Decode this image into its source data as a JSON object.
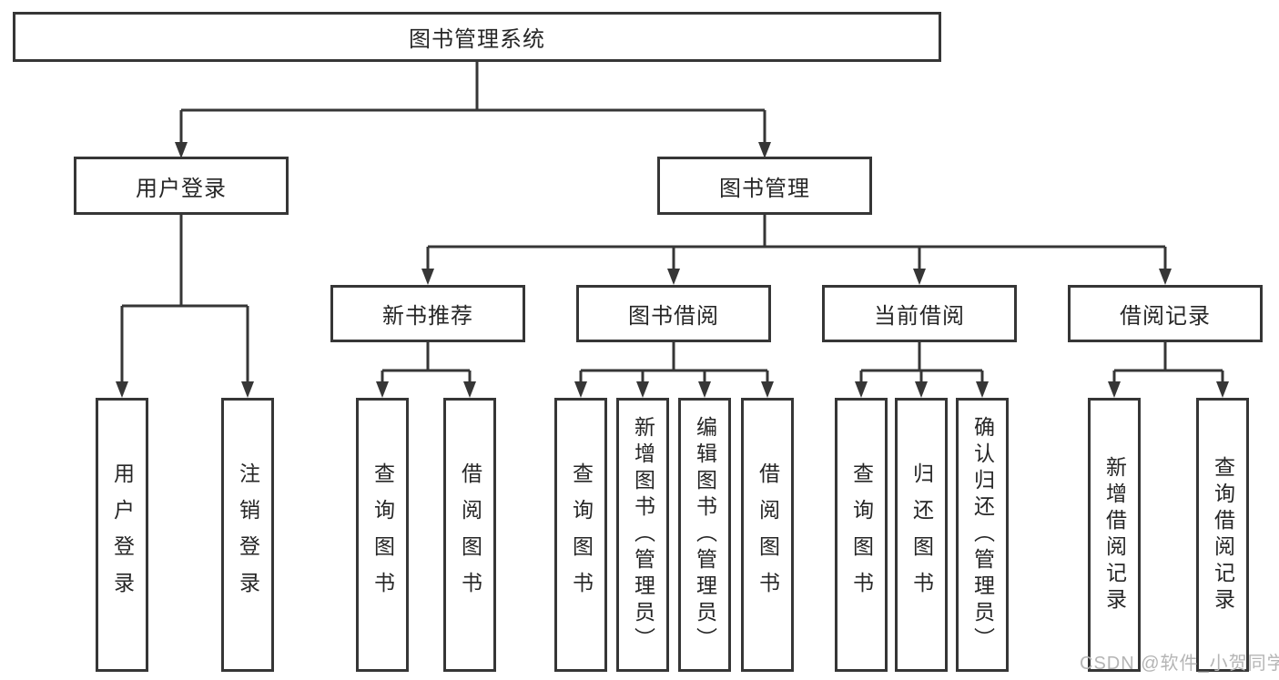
{
  "diagram": {
    "root": {
      "label": "图书管理系统"
    },
    "level2": [
      {
        "label": "用户登录"
      },
      {
        "label": "图书管理"
      }
    ],
    "level3": [
      {
        "label": "新书推荐"
      },
      {
        "label": "图书借阅"
      },
      {
        "label": "当前借阅"
      },
      {
        "label": "借阅记录"
      }
    ],
    "leaves": {
      "user_login": [
        "用户登录",
        "注销登录"
      ],
      "new_books": [
        "查询图书",
        "借阅图书"
      ],
      "book_borrow": [
        "查询图书",
        "新增图书（管理员）",
        "编辑图书（管理员）",
        "借阅图书"
      ],
      "current_borrow": [
        "查询图书",
        "归还图书",
        "确认归还（管理员）"
      ],
      "borrow_records": [
        "新增借阅记录",
        "查询借阅记录"
      ]
    },
    "watermark": "CSDN @软件_小贺同学",
    "colors": {
      "line": "#363636",
      "text": "#262626",
      "watermark": "#b5b5b5",
      "background": "#ffffff"
    }
  }
}
